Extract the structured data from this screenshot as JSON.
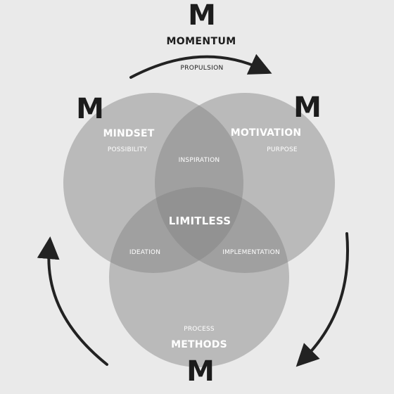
{
  "top": {
    "letter": "M",
    "title": "MOMENTUM",
    "subtitle": "PROPULSION"
  },
  "circles": {
    "mindset": {
      "letter": "M",
      "title": "MINDSET",
      "subtitle": "POSSIBILITY"
    },
    "motivation": {
      "letter": "M",
      "title": "MOTIVATION",
      "subtitle": "PURPOSE"
    },
    "methods": {
      "letter": "M",
      "title": "METHODS",
      "subtitle": "PROCESS"
    }
  },
  "overlaps": {
    "mindset_motivation": "INSPIRATION",
    "mindset_methods": "IDEATION",
    "motivation_methods": "IMPLEMENTATION",
    "center": "LIMITLESS"
  },
  "colors": {
    "background": "#eaeaea",
    "circle_fill": "#808080",
    "arrow": "#222222",
    "text_light": "#ffffff",
    "text_dark": "#1c1c1c"
  }
}
